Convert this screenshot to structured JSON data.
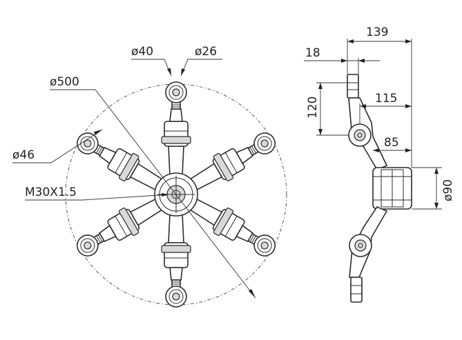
{
  "dimensions": {
    "d40": "ø40",
    "d26": "ø26",
    "d500": "ø500",
    "d46": "ø46",
    "thread": "M30X1.5",
    "w139": "139",
    "w18": "18",
    "h120": "120",
    "w115": "115",
    "w85": "85",
    "d90": "ø90"
  }
}
